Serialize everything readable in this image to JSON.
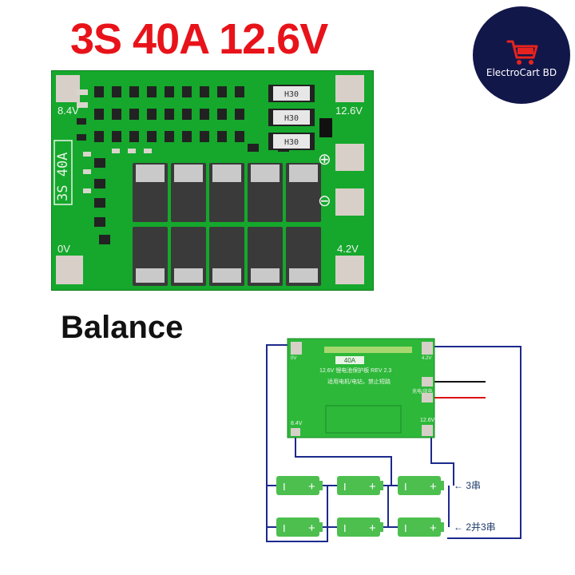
{
  "header": {
    "title": "3S 40A 12.6V",
    "subtitle": "Balance"
  },
  "logo": {
    "brand": "ElectroCart  BD",
    "icon": "shopping-cart-icon",
    "colors": {
      "background": "#12174a",
      "cart": "#e8231f",
      "text": "#ffffff"
    }
  },
  "board_top": {
    "resistor_code": "H30",
    "model_vertical": "3S 40A",
    "pad_labels": {
      "top_left": "8.4V",
      "top_right": "12.6V",
      "bottom_left": "0V",
      "bottom_right": "4.2V"
    },
    "plus_symbol": "⊕",
    "minus_symbol": "⊖",
    "colors": {
      "pcb": "#15a82c",
      "title_red": "#e8131a"
    }
  },
  "board_bottom": {
    "model_label": "40A",
    "rev_line": "12.6V 锂电池保护板 REV 2.3",
    "warning_line": "适用电机/电钻，禁止短路",
    "side_label": "充电/放电",
    "pad_labels": {
      "left": "8.4V",
      "zero": "0V",
      "right": "12.6V",
      "top_right": "4.2V"
    }
  },
  "wiring": {
    "series_label": "← 3串",
    "parallel_label": "← 2并3串",
    "cell_minus": "I",
    "cell_plus": "+",
    "colors": {
      "wire": "#1c2a8c",
      "cell": "#4cbf4f",
      "red_wire": "#d11",
      "black_wire": "#111"
    }
  }
}
